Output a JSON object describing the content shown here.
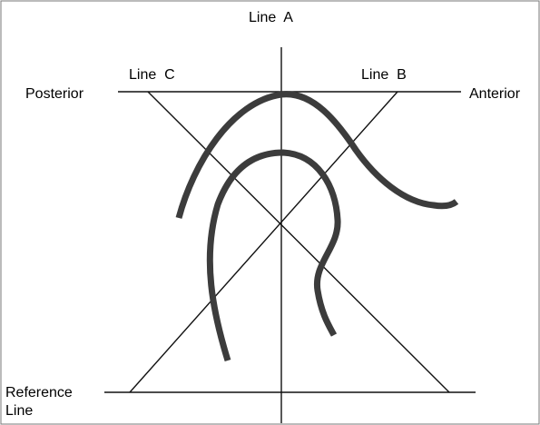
{
  "labels": {
    "line_a": "Line  A",
    "line_b": "Line  B",
    "line_c": "Line  C",
    "posterior": "Posterior",
    "anterior": "Anterior",
    "reference_line_1": "Reference",
    "reference_line_2": "Line"
  },
  "colors": {
    "construction_lines": "#111111",
    "curves": "#3c3c3c",
    "background": "#ffffff"
  }
}
